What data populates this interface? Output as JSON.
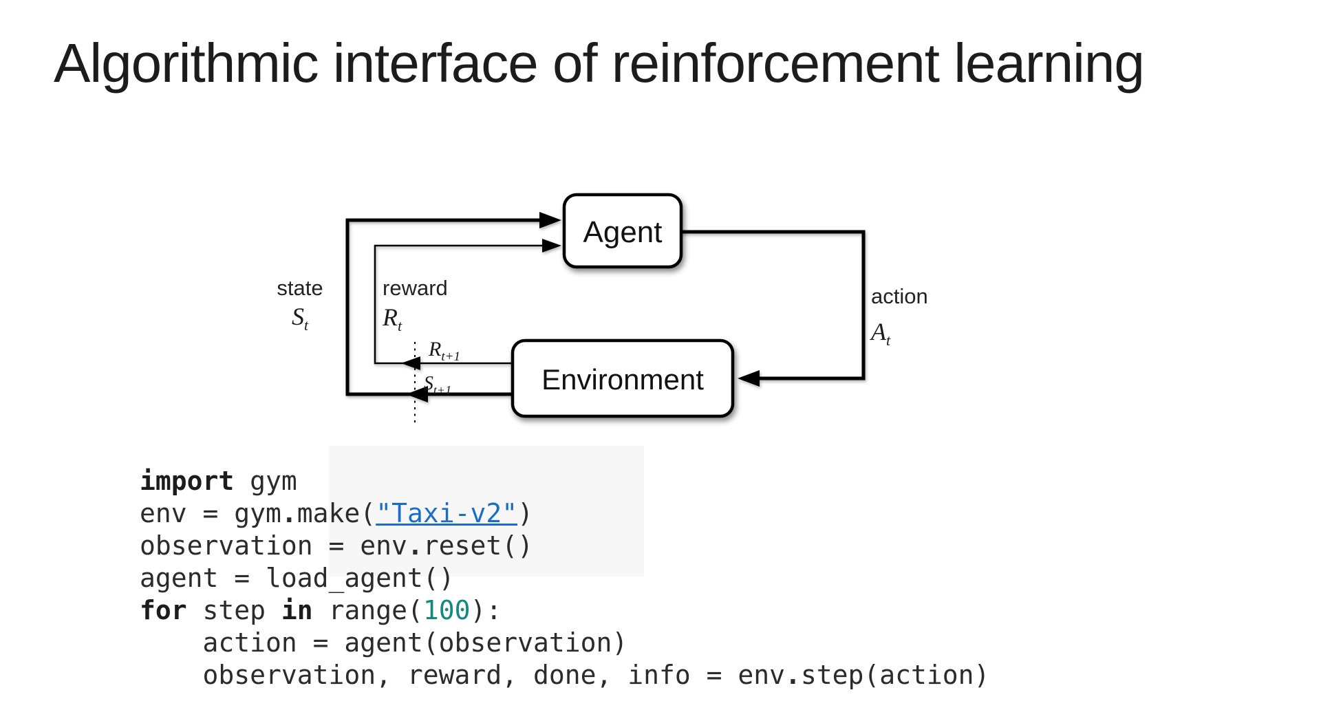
{
  "title": "Algorithmic interface of reinforcement learning",
  "diagram": {
    "agent_label": "Agent",
    "environment_label": "Environment",
    "state_label": "state",
    "reward_label": "reward",
    "action_label": "action",
    "state_symbol": {
      "base": "S",
      "sub": "t"
    },
    "reward_symbol": {
      "base": "R",
      "sub": "t"
    },
    "action_symbol": {
      "base": "A",
      "sub": "t"
    },
    "next_reward_symbol": {
      "base": "R",
      "sub": "t+1"
    },
    "next_state_symbol": {
      "base": "S",
      "sub": "t+1"
    },
    "ink_color": "#000000"
  },
  "code": {
    "colors": {
      "keyword": "#1c1c1c",
      "plain": "#2b2b2b",
      "link": "#1a6dc4",
      "number": "#16897e"
    },
    "lines": [
      [
        {
          "t": "import",
          "s": "kw"
        },
        {
          "t": " gym",
          "s": "p"
        }
      ],
      [
        {
          "t": "env = gym",
          "s": "p"
        },
        {
          "t": ".",
          "s": "dot"
        },
        {
          "t": "make(",
          "s": "p"
        },
        {
          "t": "\"Taxi-v2\"",
          "s": "link"
        },
        {
          "t": ")",
          "s": "p"
        }
      ],
      [
        {
          "t": "observation = env",
          "s": "p"
        },
        {
          "t": ".",
          "s": "dot"
        },
        {
          "t": "reset()",
          "s": "p"
        }
      ],
      [
        {
          "t": "agent = load_agent()",
          "s": "p"
        }
      ],
      [
        {
          "t": "for",
          "s": "kw"
        },
        {
          "t": " step ",
          "s": "p"
        },
        {
          "t": "in",
          "s": "kw"
        },
        {
          "t": " range(",
          "s": "p"
        },
        {
          "t": "100",
          "s": "num"
        },
        {
          "t": "):",
          "s": "p"
        }
      ],
      [
        {
          "t": "    action = agent(observation)",
          "s": "p"
        }
      ],
      [
        {
          "t": "    observation, reward, done, info = env",
          "s": "p"
        },
        {
          "t": ".",
          "s": "dot"
        },
        {
          "t": "step(action)",
          "s": "p"
        }
      ]
    ]
  }
}
